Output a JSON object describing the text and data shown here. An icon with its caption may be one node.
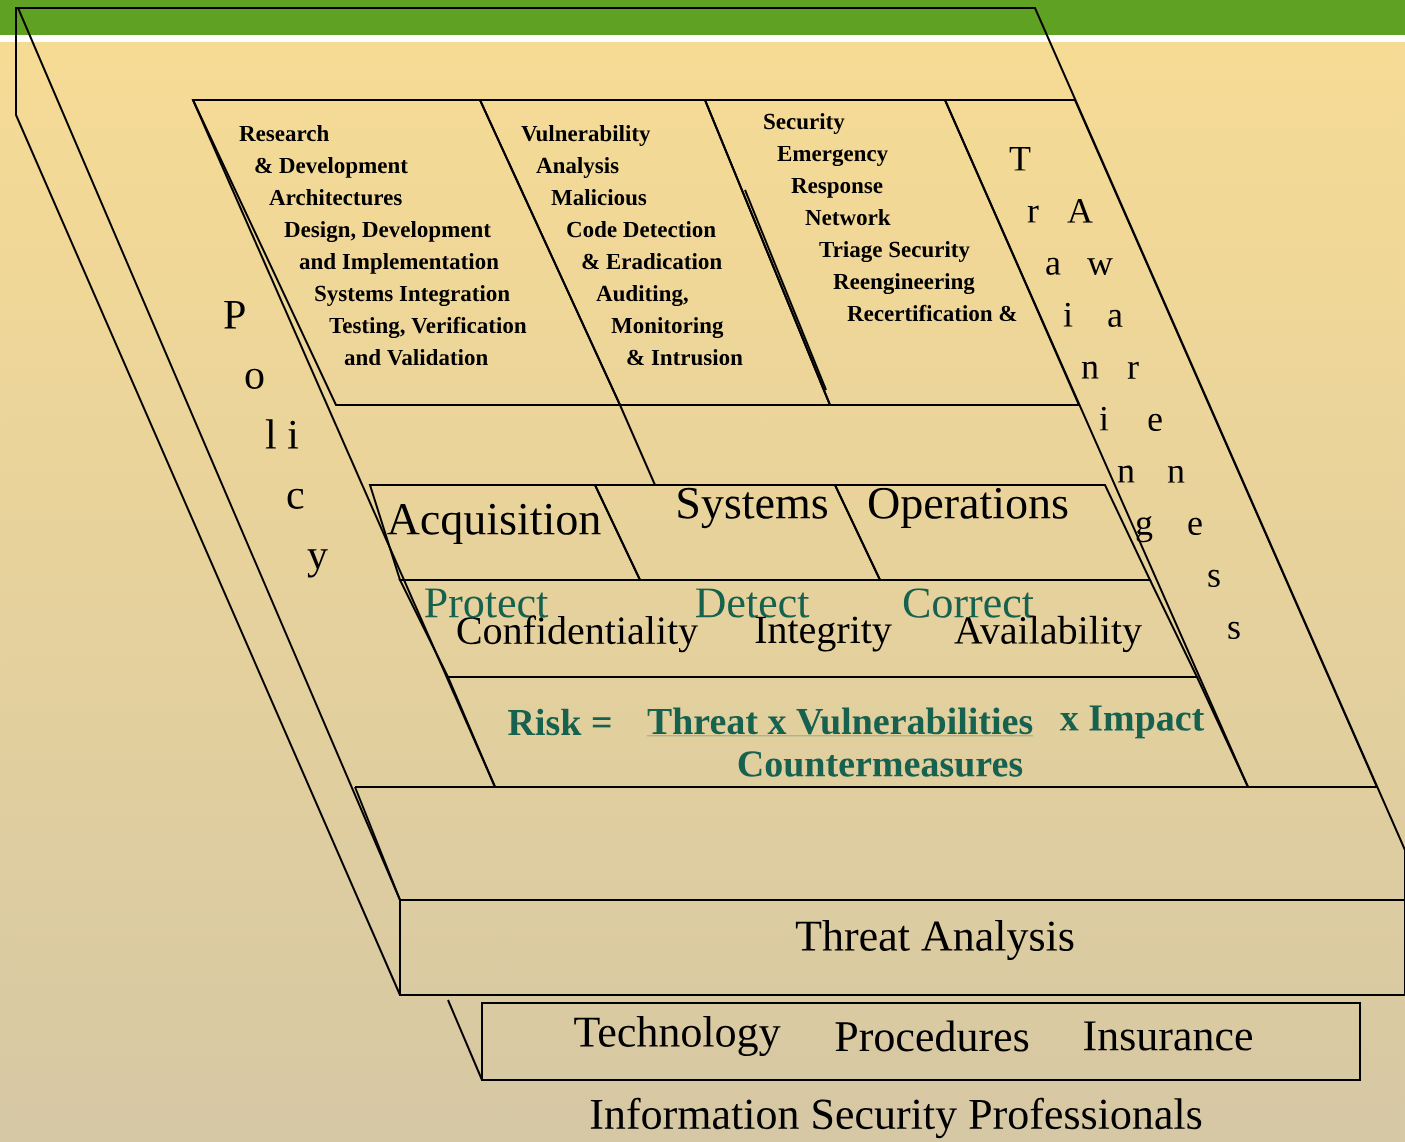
{
  "diagram": {
    "nodes": [
      {
        "text": [
          "P o l i c y"
        ]
      },
      {
        "text": [
          "Research & Development Architectures Design, Development and Implementation Systems Integration Testing, Verification and Validation"
        ],
        "in": 0
      },
      {
        "text": [
          "Vulnerability Analysis Malicious Code Detection & Eradication Auditing, Monitoring & Intrusion"
        ],
        "in": 0
      },
      {
        "text": [
          "Security Emergency Response Network Triage Security Reengineering Recertification &"
        ],
        "in": 0
      },
      {
        "text": [
          "T r a i n i n g",
          "A w a r e n e s s"
        ],
        "in": 0
      },
      {
        "text": [
          "Acquisition"
        ],
        "in": 0
      },
      {
        "text": [
          "Systems"
        ],
        "in": 0
      },
      {
        "text": [
          "Operations"
        ],
        "in": 0
      },
      {
        "text": [
          "Protect",
          "Detect",
          "Correct",
          "Confidentiality",
          "Integrity",
          "Availability"
        ],
        "in": 0
      },
      {
        "text": [
          "Risk =",
          "Threat x Vulnerabilities",
          "x Impact",
          "Countermeasures"
        ],
        "in": 0
      },
      {
        "text": [
          "Threat Analysis"
        ]
      },
      {
        "text": [
          "Technology",
          "Procedures",
          "Insurance"
        ]
      }
    ],
    "labels": [
      "Information Security Professionals"
    ]
  }
}
